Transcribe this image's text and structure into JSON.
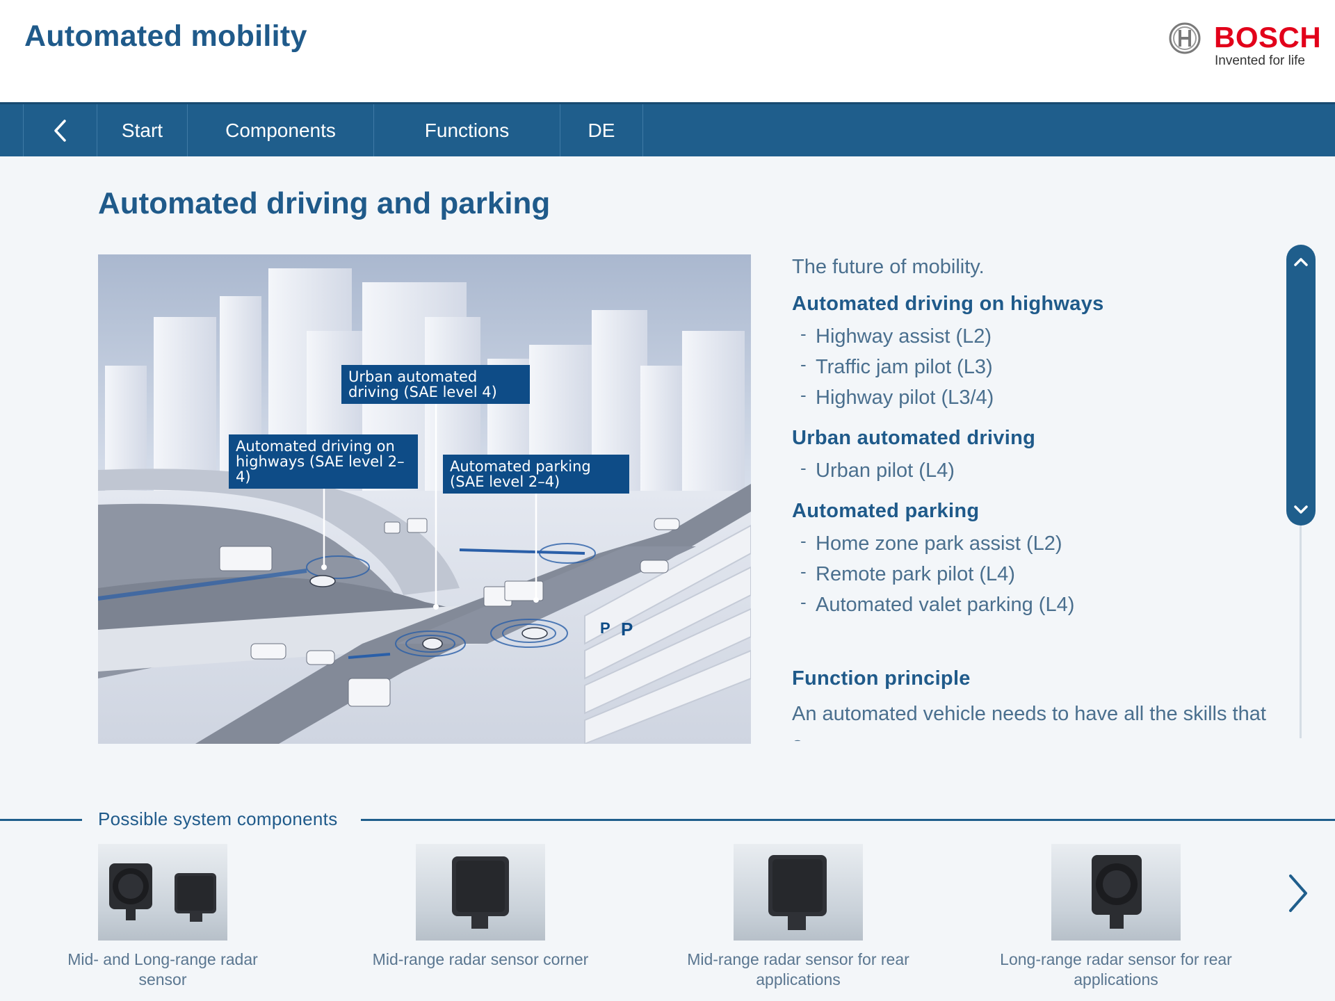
{
  "header": {
    "title": "Automated mobility",
    "brand_name": "BOSCH",
    "brand_tagline": "Invented for life"
  },
  "nav": {
    "back_icon": "chevron-left-icon",
    "items": [
      "Start",
      "Components",
      "Functions",
      "DE"
    ]
  },
  "main": {
    "title": "Automated driving and parking",
    "image_callouts": [
      "Urban automated driving (SAE level 4)",
      "Automated driving on highways (SAE level 2–4)",
      "Automated parking (SAE level 2–4)"
    ],
    "parking_signs": [
      "P",
      "P"
    ]
  },
  "content": {
    "intro": "The future of mobility.",
    "sections": [
      {
        "heading": "Automated driving on highways",
        "items": [
          "Highway assist (L2)",
          "Traffic jam pilot (L3)",
          "Highway pilot (L3/4)"
        ]
      },
      {
        "heading": "Urban automated driving",
        "items": [
          "Urban pilot (L4)"
        ]
      },
      {
        "heading": "Automated parking",
        "items": [
          "Home zone park assist (L2)",
          "Remote park pilot (L4)",
          "Automated valet parking (L4)"
        ]
      }
    ],
    "principle_heading": "Function principle",
    "principle_text": "An automated vehicle needs to have all the skills that a"
  },
  "components": {
    "heading": "Possible system components",
    "items": [
      "Mid- and Long-range radar sensor",
      "Mid-range radar sensor corner",
      "Mid-range radar sensor for rear applications",
      "Long-range radar sensor for rear applications"
    ],
    "next_icon": "chevron-right-icon"
  },
  "colors": {
    "brand_red": "#e2001a",
    "primary_blue": "#1f5e8c",
    "callout_blue": "#0e4c87",
    "background": "#f3f6f9"
  }
}
